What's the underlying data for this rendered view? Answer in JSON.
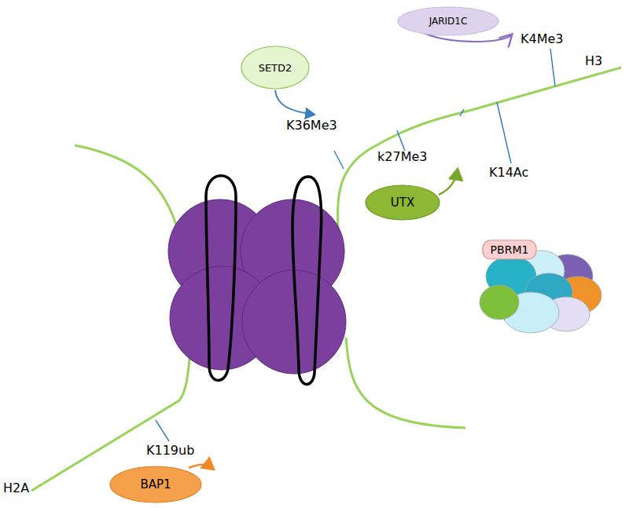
{
  "diagram": {
    "nodes": [
      {
        "text": [
          "JARID1C"
        ]
      },
      {
        "text": [
          "SETD2"
        ]
      },
      {
        "text": [
          "UTX"
        ]
      },
      {
        "text": [
          "PBRM1"
        ]
      },
      {
        "text": [
          "BAP1"
        ]
      }
    ],
    "edges": [],
    "labels": [
      "K4Me3",
      "H3",
      "K36Me3",
      "k27Me3",
      "K14Ac",
      "K119ub",
      "H2A"
    ]
  }
}
